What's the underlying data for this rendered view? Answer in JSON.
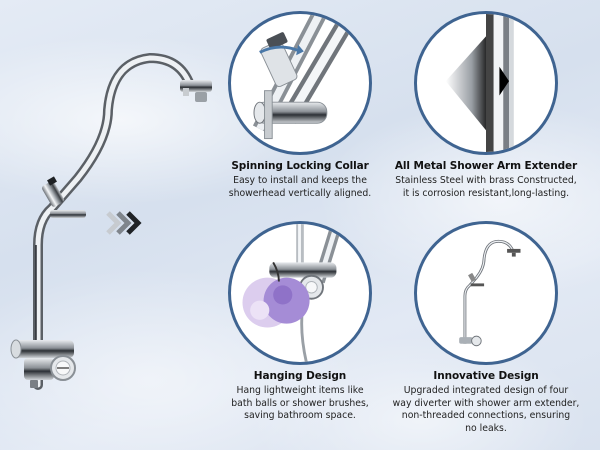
{
  "features": [
    {
      "title": "Spinning Locking Collar",
      "lines": [
        "Easy to install and keeps the",
        "showerhead vertically aligned."
      ],
      "icon": "spinning-collar-closeup"
    },
    {
      "title": "All Metal Shower Arm Extender",
      "lines": [
        "Stainless Steel with brass Constructed,",
        "it is corrosion resistant,long-lasting."
      ],
      "icon": "metal-pipe-closeup"
    },
    {
      "title": "Hanging Design",
      "lines": [
        "Hang lightweight items like",
        "bath balls or shower brushes,",
        "saving bathroom space."
      ],
      "icon": "bath-ball-hanging-closeup"
    },
    {
      "title": "Innovative Design",
      "lines": [
        "Upgraded integrated design of four",
        "way diverter with shower arm extender,",
        "non-threaded connections, ensuring",
        "no leaks."
      ],
      "icon": "full-extender-thumbnail"
    }
  ],
  "colors": {
    "circle_border": "#3f6491",
    "rotate_arrow": "#4a78a8",
    "bath_ball_light": "#d9c8ec",
    "bath_ball_dark": "#9a7fd0"
  },
  "decor": {
    "arrows_icon": "triple-chevron-right-icon",
    "product_image": "chrome-shower-arm-extender"
  }
}
